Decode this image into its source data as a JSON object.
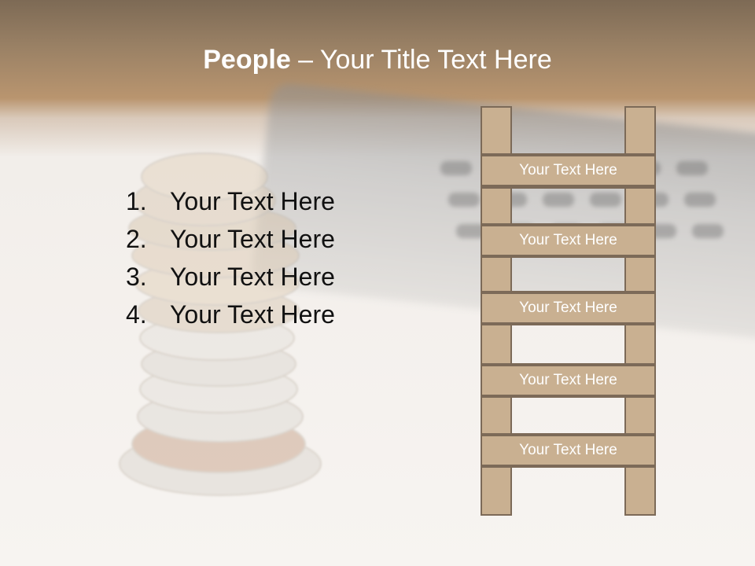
{
  "title": {
    "bold": "People",
    "rest": " – Your Title Text Here"
  },
  "list": [
    {
      "num": "1.",
      "text": "Your Text Here"
    },
    {
      "num": "2.",
      "text": "Your Text Here"
    },
    {
      "num": "3.",
      "text": "Your Text Here"
    },
    {
      "num": "4.",
      "text": "Your Text Here"
    }
  ],
  "ladder_rungs": [
    "Your Text Here",
    "Your Text Here",
    "Your Text Here",
    "Your Text Here",
    "Your Text Here"
  ]
}
